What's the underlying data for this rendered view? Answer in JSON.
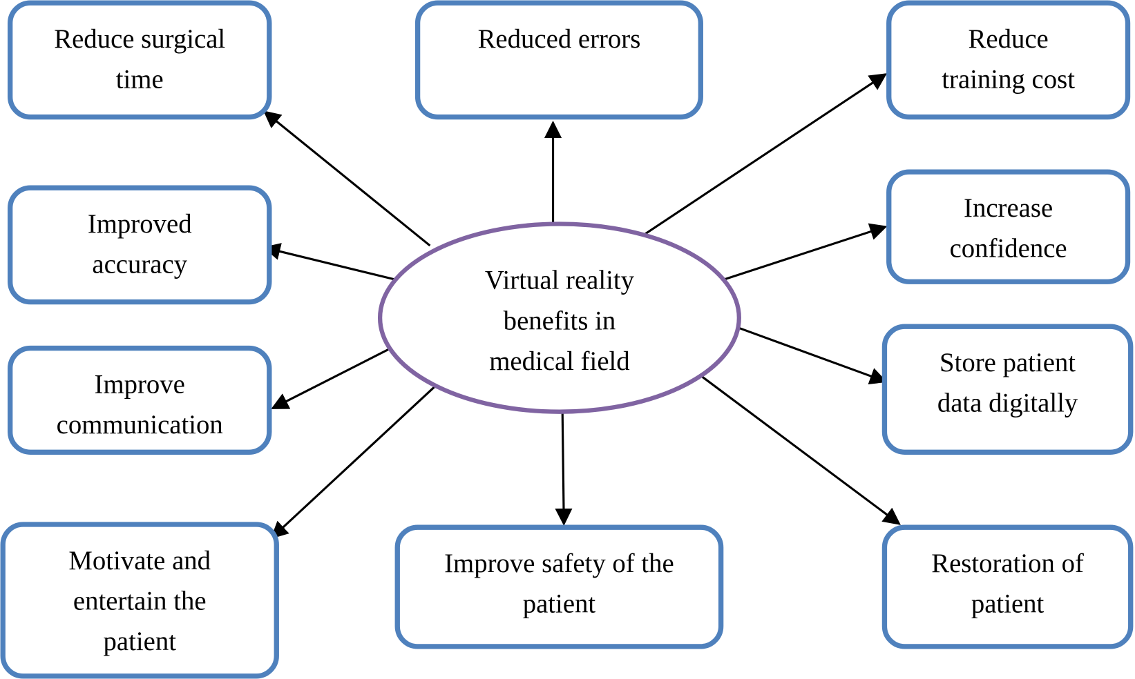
{
  "diagram": {
    "center": {
      "lines": [
        "Virtual reality",
        "benefits in",
        "medical field"
      ]
    },
    "benefits": [
      {
        "id": "reduce-surgical-time",
        "lines": [
          "Reduce surgical",
          "time"
        ]
      },
      {
        "id": "reduced-errors",
        "lines": [
          "Reduced errors"
        ]
      },
      {
        "id": "reduce-training-cost",
        "lines": [
          "Reduce",
          "training cost"
        ]
      },
      {
        "id": "improved-accuracy",
        "lines": [
          "Improved",
          "accuracy"
        ]
      },
      {
        "id": "increase-confidence",
        "lines": [
          "Increase",
          "confidence"
        ]
      },
      {
        "id": "improve-communication",
        "lines": [
          "Improve",
          "communication"
        ]
      },
      {
        "id": "store-patient-data",
        "lines": [
          "Store patient",
          "data digitally"
        ]
      },
      {
        "id": "motivate-entertain",
        "lines": [
          "Motivate and",
          "entertain the",
          "patient"
        ]
      },
      {
        "id": "improve-safety",
        "lines": [
          "Improve safety of the",
          "patient"
        ]
      },
      {
        "id": "restoration",
        "lines": [
          "Restoration of",
          "patient"
        ]
      }
    ],
    "colors": {
      "box_border": "#4f81bd",
      "center_border": "#8064a2",
      "arrow": "#000000"
    }
  }
}
